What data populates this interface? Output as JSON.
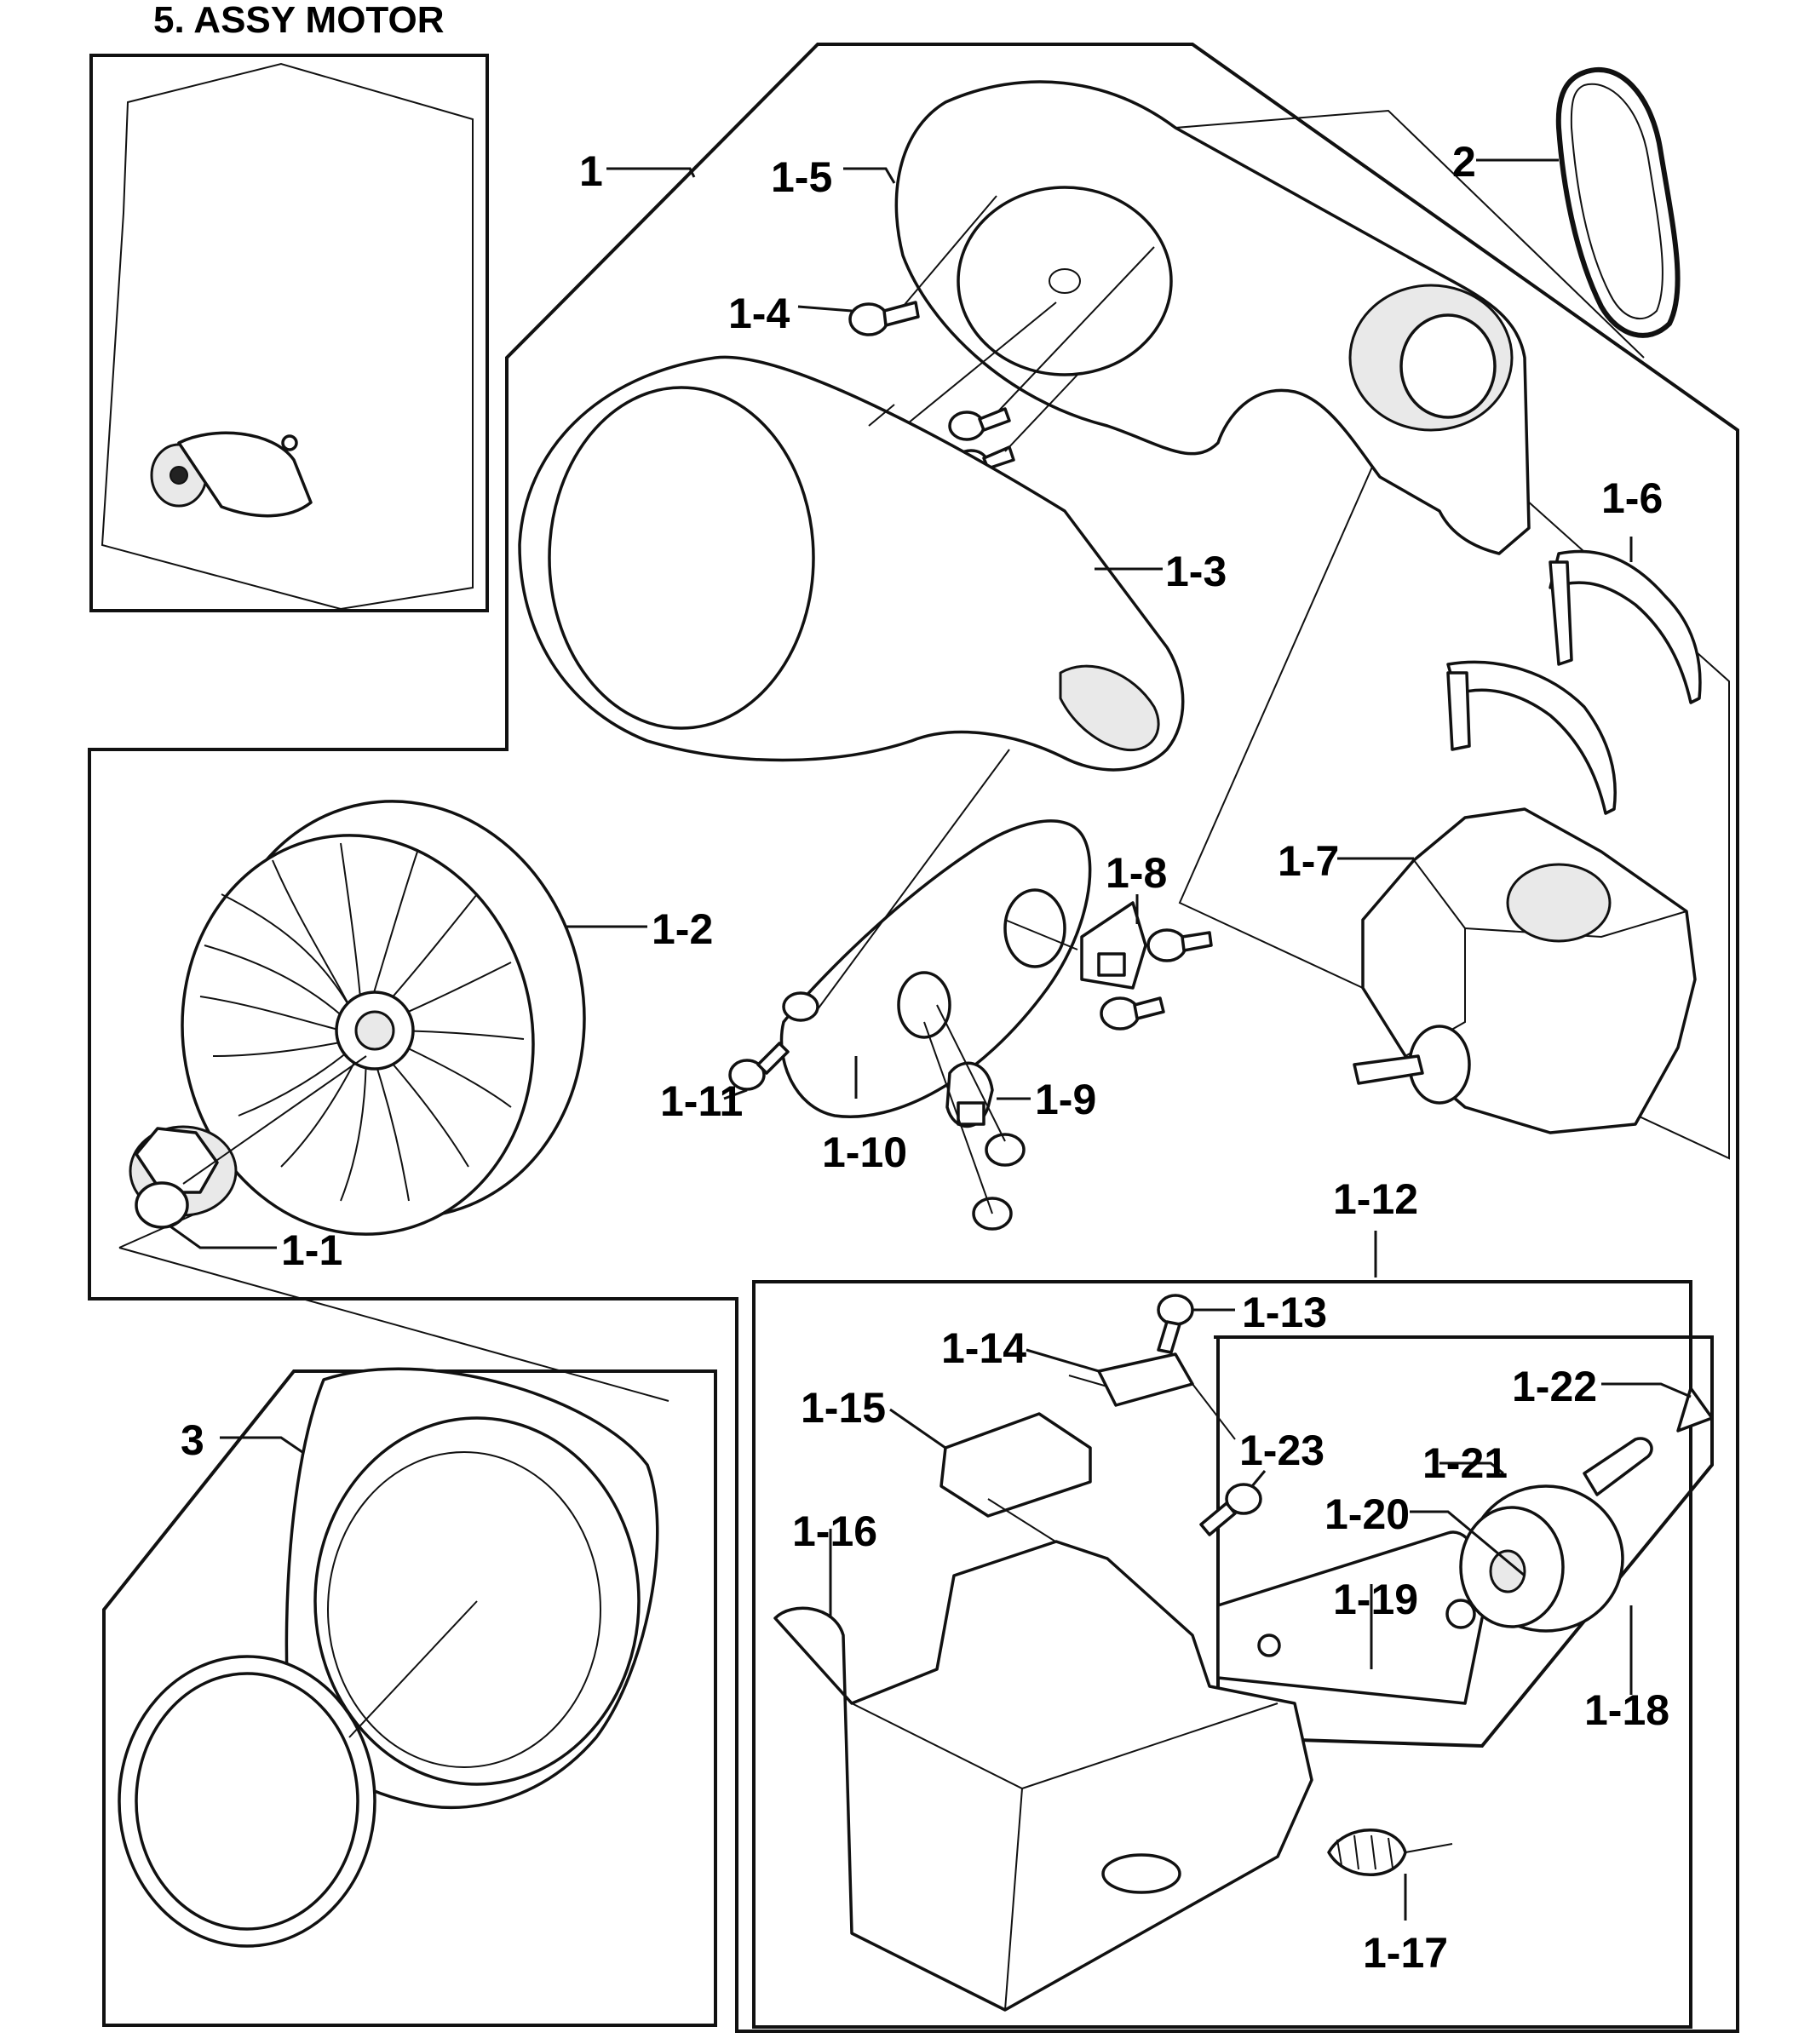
{
  "title": "5. ASSY MOTOR",
  "labels": {
    "l1": "1",
    "l1_1": "1-1",
    "l1_2": "1-2",
    "l1_3": "1-3",
    "l1_4": "1-4",
    "l1_5": "1-5",
    "l1_6": "1-6",
    "l1_7": "1-7",
    "l1_8": "1-8",
    "l1_9": "1-9",
    "l1_10": "1-10",
    "l1_11": "1-11",
    "l1_12": "1-12",
    "l1_13": "1-13",
    "l1_14": "1-14",
    "l1_15": "1-15",
    "l1_16": "1-16",
    "l1_17": "1-17",
    "l1_18": "1-18",
    "l1_19": "1-19",
    "l1_20": "1-20",
    "l1_21": "1-21",
    "l1_22": "1-22",
    "l1_23": "1-23",
    "l2": "2",
    "l3": "3"
  }
}
